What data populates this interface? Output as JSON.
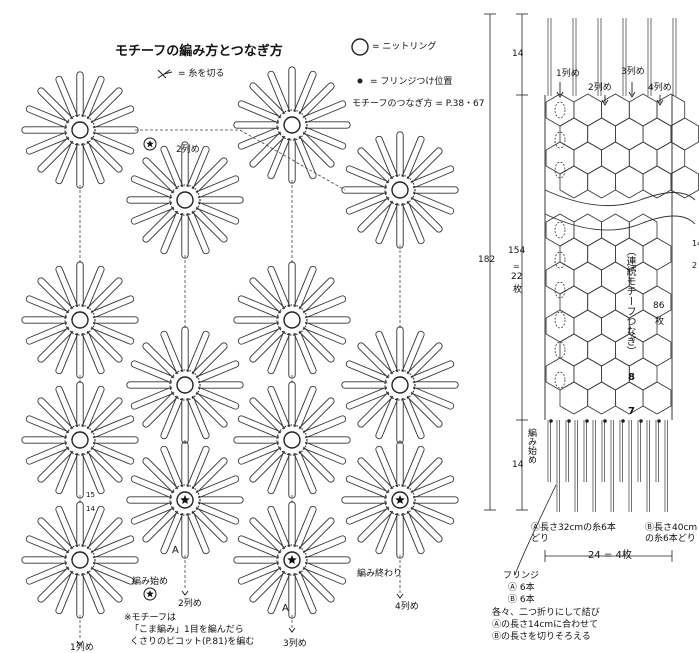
{
  "title": "モチーフの編み方とつなぎ方",
  "legend": {
    "ring": "= ニットリング",
    "cut": "= 糸を切る",
    "fringe_point": "= フリンジつけ位置",
    "join_ref": "モチーフのつなぎ方 = P.38・67"
  },
  "motif_labels": {
    "col1_label": "1列め",
    "col2_label": "2列め",
    "col3_label": "3列め",
    "col4_label": "4列め",
    "col2_top": "2列め",
    "a_left": "A",
    "a_mid": "A",
    "start": "編み始め",
    "end": "編み終わり",
    "num15": "15",
    "num14": "14"
  },
  "note": {
    "line1": "※モチーフは",
    "line2": "「こま編み」1目を編んだら",
    "line3": "くさりのピコット(P.81)を編む"
  },
  "scarf": {
    "col1": "1列め",
    "col2": "2列め",
    "col3": "3列め",
    "col4": "4列め",
    "dim_top": "14",
    "dim_body": "154",
    "dim_body_motifs": "22",
    "dim_body_unit": "枚",
    "dim_total": "182",
    "dim_bottom": "14",
    "vertical_text": "（連続モチーフつなぎ）",
    "motif_count": "86",
    "motif_unit": "枚",
    "num8": "8",
    "num7": "7",
    "start_vertical": "編み始め",
    "fringe_a": "Ⓐ長さ32cmの糸6本どり",
    "fringe_b": "Ⓑ長さ40cmの糸6本どり",
    "width": "24 = 4枚",
    "right_cut1": "14",
    "right_cut2": "2"
  },
  "fringe_notes": {
    "title": "フリンジ",
    "a": "Ⓐ 6本",
    "b": "Ⓑ 6本",
    "line1": "各々、二つ折りにして結び",
    "line2": "Ⓐの長さ14cmに合わせて",
    "line3": "Ⓑの長さを切りそろえる"
  }
}
